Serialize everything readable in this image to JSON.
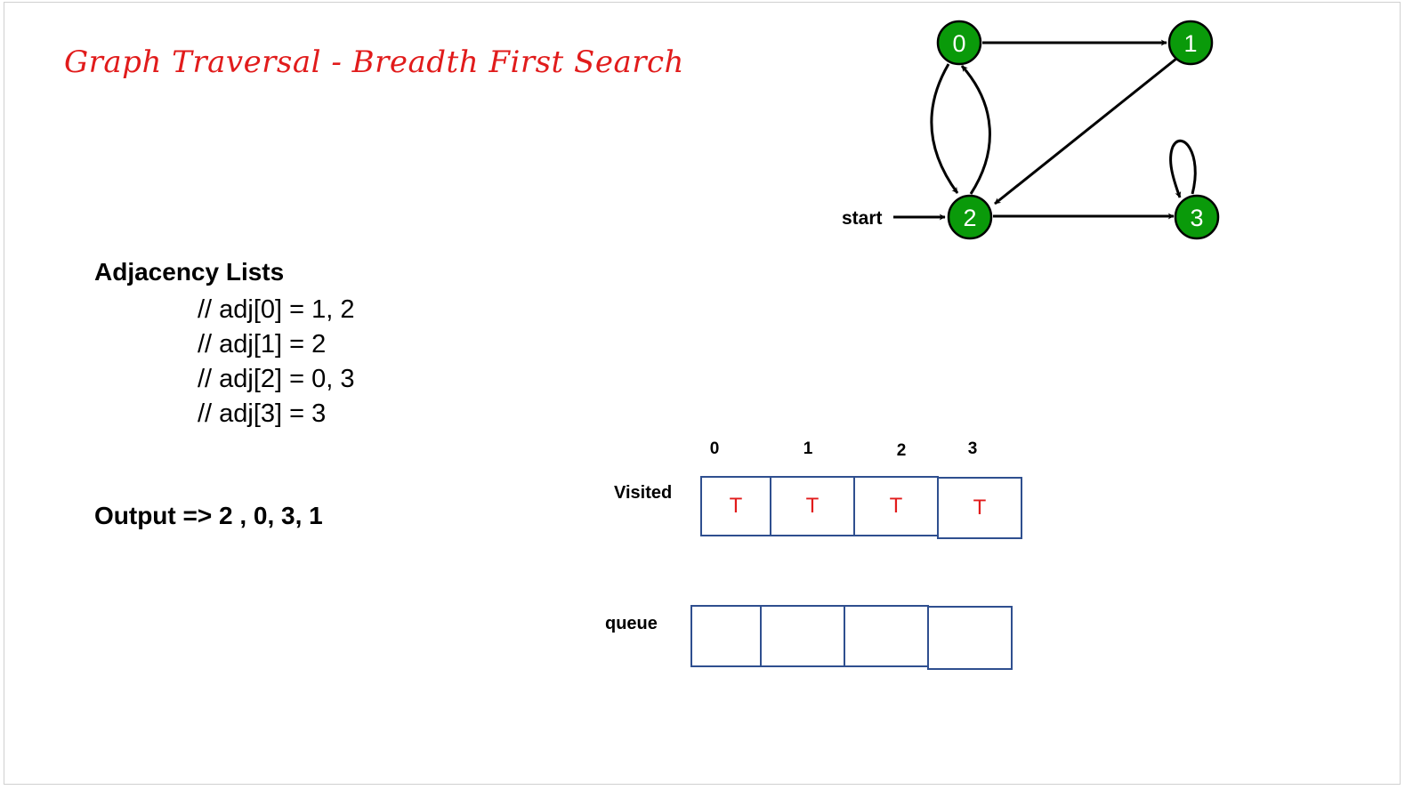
{
  "title": "Graph Traversal - Breadth First Search",
  "adjacency": {
    "heading": "Adjacency  Lists",
    "lines": [
      "// adj[0] = 1, 2",
      "// adj[1] = 2",
      "// adj[2] = 0, 3",
      "// adj[3] = 3"
    ]
  },
  "output": "Output => 2 , 0, 3, 1",
  "graph": {
    "start_label": "start",
    "node_color": "#0a9a0a",
    "nodes": [
      {
        "id": "0",
        "label": "0"
      },
      {
        "id": "1",
        "label": "1"
      },
      {
        "id": "2",
        "label": "2"
      },
      {
        "id": "3",
        "label": "3"
      }
    ],
    "edges": [
      {
        "from": "0",
        "to": "1"
      },
      {
        "from": "0",
        "to": "2"
      },
      {
        "from": "1",
        "to": "2"
      },
      {
        "from": "2",
        "to": "0"
      },
      {
        "from": "2",
        "to": "3"
      },
      {
        "from": "3",
        "to": "3"
      }
    ]
  },
  "visited": {
    "label": "Visited",
    "indices": [
      "0",
      "1",
      "2",
      "3"
    ],
    "cells": [
      "T",
      "T",
      "T",
      "T"
    ]
  },
  "queue": {
    "label": "queue",
    "cells": [
      "",
      "",
      "",
      ""
    ]
  },
  "colors": {
    "accent": "#e11b1b",
    "box_border": "#2f4f8f"
  }
}
